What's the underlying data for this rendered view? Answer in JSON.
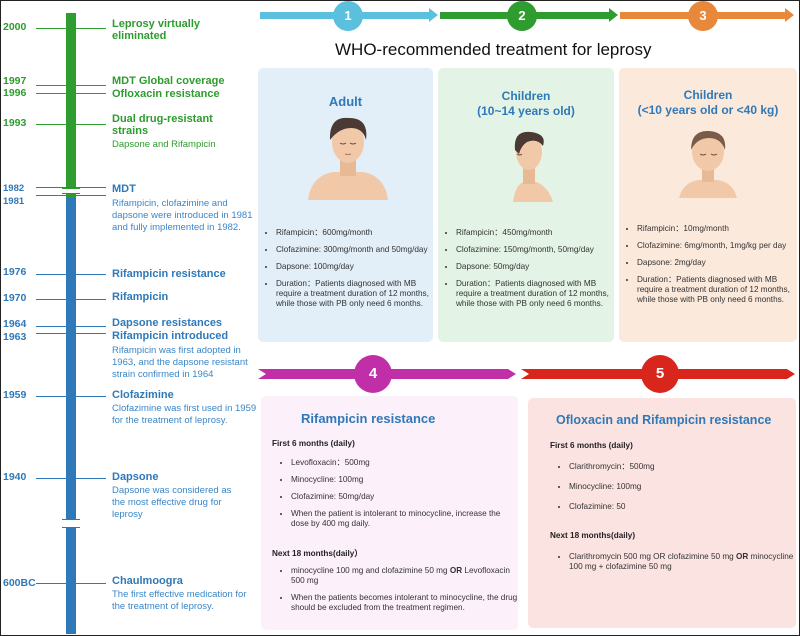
{
  "title": "WHO-recommended treatment for leprosy",
  "steps": [
    "1",
    "2",
    "3",
    "4",
    "5"
  ],
  "colors": {
    "green": "#2e9c2e",
    "blue": "#2f79b8",
    "cyan": "#5bc0de",
    "orange": "#e8883a",
    "magenta": "#c02ea8",
    "red": "#d9261c"
  },
  "timeline": {
    "years": {
      "y2000": "2000",
      "y1997": "1997",
      "y1996": "1996",
      "y1993": "1993",
      "y1982": "1982",
      "y1981": "1981",
      "y1976": "1976",
      "y1970": "1970",
      "y1964": "1964",
      "y1963": "1963",
      "y1959": "1959",
      "y1940": "1940",
      "y600": "600BC"
    },
    "events": {
      "e2000": "Leprosy virtually eliminated",
      "e1997": "MDT Global coverage",
      "e1996": "Ofloxacin resistance",
      "e1993": "Dual drug-resistant strains",
      "e1993d": "Dapsone and Rifampicin",
      "e1982": "MDT",
      "e1982d": "Rifampicin, clofazimine and dapsone were introduced in 1981 and fully implemented in 1982.",
      "e1976": "Rifampicin resistance",
      "e1970": "Rifampicin",
      "e1964": "Dapsone resistances",
      "e1963": "Rifampicin introduced",
      "e1963d": "Rifampicin was first adopted in 1963, and the dapsone resistant strain confirmed in 1964",
      "e1959": "Clofazimine",
      "e1959d": "Clofazimine was first used in 1959 for the treatment of leprosy.",
      "e1940": "Dapsone",
      "e1940d": "Dapsone was considered as the most effective drug for leprosy",
      "e600": "Chaulmoogra",
      "e600d": "The first effective medication for the treatment of leprosy."
    }
  },
  "cards": {
    "adult": {
      "title": "Adult",
      "items": [
        "Rifampicin：600mg/month",
        "Clofazimine: 300mg/month and 50mg/day",
        "Dapsone: 100mg/day",
        "Duration：Patients diagnosed with MB require a treatment duration of 12 months, while those with PB only need 6 months."
      ]
    },
    "child1": {
      "title": "Children",
      "subtitle": "(10~14 years old)",
      "items": [
        "Rifampicin：450mg/month",
        "Clofazimine: 150mg/month, 50mg/day",
        "Dapsone: 50mg/day",
        "Duration：Patients diagnosed with MB require a treatment duration of 12 months, while those with PB only need 6 months."
      ]
    },
    "child2": {
      "title": "Children",
      "subtitle": "(<10 years old or <40 kg)",
      "items": [
        "Rifampicin：10mg/month",
        "Clofazimine: 6mg/month, 1mg/kg per day",
        "Dapsone: 2mg/day",
        "Duration：Patients diagnosed with MB require a treatment duration of 12 months, while those with PB only need 6 months."
      ]
    },
    "rif": {
      "title": "Rifampicin resistance",
      "first": "First 6 months (daily)",
      "first_items": [
        "Levofloxacin：500mg",
        "Minocycline: 100mg",
        "Clofazimine: 50mg/day",
        "When the patient is intolerant to minocycline, increase the dose by 400 mg daily."
      ],
      "next": "Next 18 months(daily）",
      "next1a": "minocycline 100 mg and  clofazimine 50 mg ",
      "next1or": "OR",
      "next1b": " Levofloxacin 500 mg",
      "next2": "When the patients becomes intolerant to minocycline, the drug should be excluded from the treatment regimen."
    },
    "oflo": {
      "title": "Ofloxacin and Rifampicin resistance",
      "first": "First 6 months (daily)",
      "first_items": [
        "Clarithromycin：500mg",
        "Minocycline: 100mg",
        "Clofazimine: 50"
      ],
      "next": "Next 18 months(daily)",
      "next1a": "Clarithromycin 500 mg OR clofazimine 50 mg ",
      "next1or": "OR",
      "next1b": " minocycline 100 mg + clofazimine 50 mg"
    }
  }
}
